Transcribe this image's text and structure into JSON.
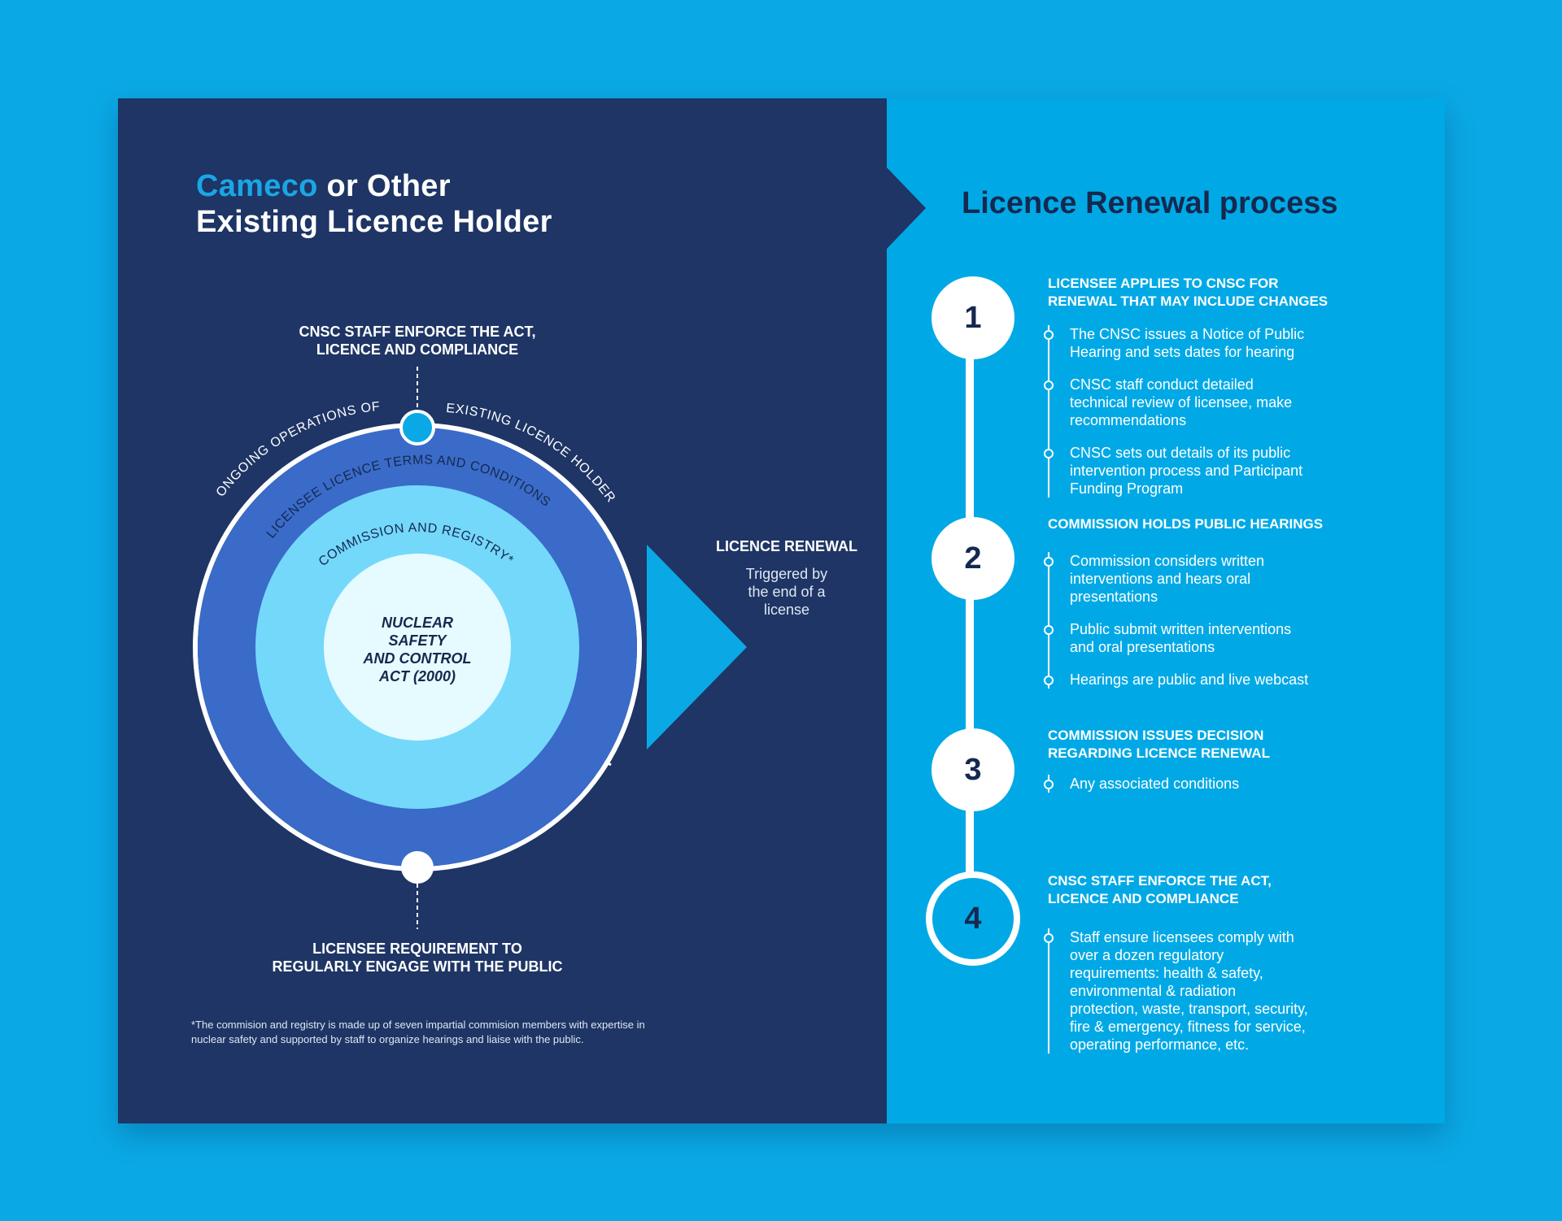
{
  "left": {
    "title_accent": "Cameco",
    "title_rest": " or Other",
    "title_line2": "Existing Licence Holder",
    "top_label_line1": "CNSC STAFF ENFORCE THE ACT,",
    "top_label_line2": "LICENCE AND COMPLIANCE",
    "arc_ongoing": "ONGOING OPERATIONS OF",
    "arc_existing": "EXISTING LICENCE HOLDER",
    "arc_terms": "LICENSEE LICENCE TERMS AND CONDITIONS",
    "arc_commission": "COMMISSION AND REGISTRY*",
    "core_line1": "NUCLEAR",
    "core_line2": "SAFETY",
    "core_line3": "AND CONTROL",
    "core_line4": "ACT (2000)",
    "bottom_label_line1": "LICENSEE REQUIREMENT TO",
    "bottom_label_line2": "REGULARLY ENGAGE WITH THE PUBLIC",
    "renewal_title": "LICENCE RENEWAL",
    "renewal_line1": "Triggered by",
    "renewal_line2": "the end of a",
    "renewal_line3": "license",
    "footnote": "*The commision and registry is made up of seven impartial commision members with expertise in nuclear safety and supported by staff to organize hearings and liaise with the public."
  },
  "right": {
    "title": "Licence Renewal process",
    "steps": [
      {
        "number": "1",
        "heading_line1": "LICENSEE APPLIES TO CNSC FOR",
        "heading_line2": "RENEWAL THAT MAY INCLUDE CHANGES",
        "bullets": [
          [
            "The CNSC issues a Notice of Public",
            "Hearing and sets dates for hearing"
          ],
          [
            "CNSC staff conduct detailed",
            "technical review of licensee, make",
            "recommendations"
          ],
          [
            "CNSC sets out details of its public",
            "intervention process and Participant",
            "Funding Program"
          ]
        ]
      },
      {
        "number": "2",
        "heading_line1": "COMMISSION HOLDS PUBLIC HEARINGS",
        "heading_line2": "",
        "bullets": [
          [
            "Commission considers written",
            "interventions and hears oral",
            "presentations"
          ],
          [
            "Public submit written interventions",
            "and oral presentations"
          ],
          [
            "Hearings are public and live webcast"
          ]
        ]
      },
      {
        "number": "3",
        "heading_line1": "COMMISSION ISSUES DECISION",
        "heading_line2": "REGARDING LICENCE RENEWAL",
        "bullets": [
          [
            "Any associated conditions"
          ]
        ]
      },
      {
        "number": "4",
        "heading_line1": "CNSC STAFF ENFORCE THE ACT,",
        "heading_line2": "LICENCE AND COMPLIANCE",
        "bullets": [
          [
            "Staff ensure licensees comply with",
            "over a dozen regulatory",
            "requirements: health & safety,",
            "environmental & radiation",
            "protection, waste, transport, security,",
            "fire & emergency, fitness for service,",
            "operating performance, etc."
          ]
        ]
      }
    ]
  },
  "colors": {
    "page_bg": "#0aa9e6",
    "navy": "#1e3565",
    "cyan_panel": "#00a9e6",
    "ring_blue": "#3a6bc9",
    "ring_light": "#74d8fb",
    "core": "#e6fbff",
    "accent_blue": "#1aa6e6",
    "dark_text": "#15294f"
  }
}
